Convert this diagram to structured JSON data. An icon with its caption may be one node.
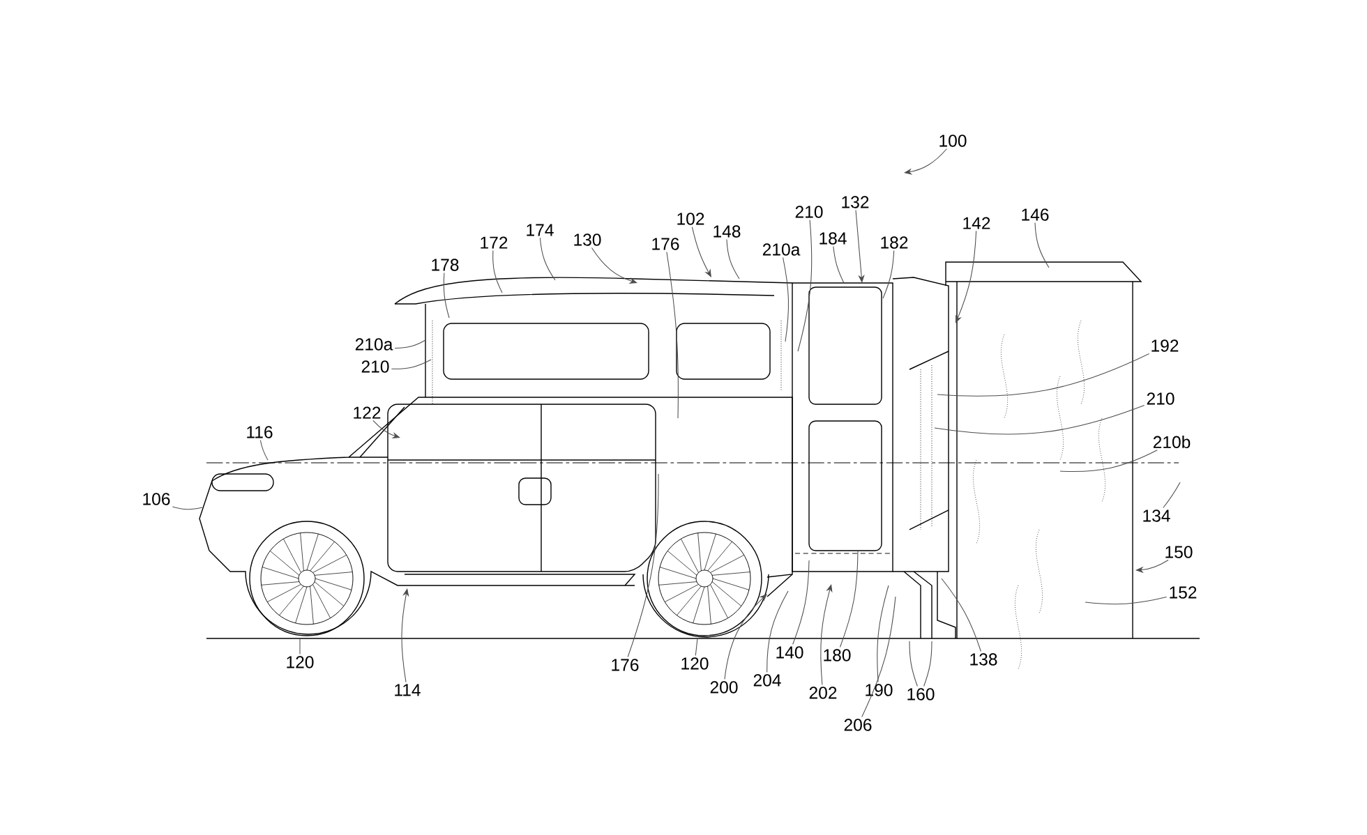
{
  "diagram": {
    "nodes": [
      {
        "text": [
          "100"
        ]
      },
      {
        "text": [
          "146"
        ]
      },
      {
        "text": [
          "132"
        ]
      },
      {
        "text": [
          "210"
        ]
      },
      {
        "text": [
          "102"
        ]
      },
      {
        "text": [
          "142"
        ]
      },
      {
        "text": [
          "174"
        ]
      },
      {
        "text": [
          "148"
        ]
      },
      {
        "text": [
          "184"
        ]
      },
      {
        "text": [
          "130"
        ]
      },
      {
        "text": [
          "172"
        ]
      },
      {
        "text": [
          "182"
        ]
      },
      {
        "text": [
          "176"
        ]
      },
      {
        "text": [
          "210a"
        ]
      },
      {
        "text": [
          "178"
        ]
      },
      {
        "text": [
          "210a"
        ]
      },
      {
        "text": [
          "192"
        ]
      },
      {
        "text": [
          "210"
        ]
      },
      {
        "text": [
          "210"
        ]
      },
      {
        "text": [
          "122"
        ]
      },
      {
        "text": [
          "116"
        ]
      },
      {
        "text": [
          "210b"
        ]
      },
      {
        "text": [
          "106"
        ]
      },
      {
        "text": [
          "134"
        ]
      },
      {
        "text": [
          "150"
        ]
      },
      {
        "text": [
          "152"
        ]
      },
      {
        "text": [
          "140"
        ]
      },
      {
        "text": [
          "180"
        ]
      },
      {
        "text": [
          "138"
        ]
      },
      {
        "text": [
          "120"
        ]
      },
      {
        "text": [
          "176"
        ]
      },
      {
        "text": [
          "120"
        ]
      },
      {
        "text": [
          "200"
        ]
      },
      {
        "text": [
          "204"
        ]
      },
      {
        "text": [
          "202"
        ]
      },
      {
        "text": [
          "190"
        ]
      },
      {
        "text": [
          "114"
        ]
      },
      {
        "text": [
          "160"
        ]
      },
      {
        "text": [
          "206"
        ]
      }
    ],
    "edges": [
      {
        "from": 0,
        "to": null,
        "arrow": "to"
      },
      {
        "from": 1,
        "to": null,
        "arrow": "none"
      },
      {
        "from": 2,
        "to": null,
        "arrow": "to"
      },
      {
        "from": 3,
        "to": null,
        "arrow": "none"
      },
      {
        "from": 4,
        "to": null,
        "arrow": "to"
      },
      {
        "from": 5,
        "to": null,
        "arrow": "to"
      },
      {
        "from": 6,
        "to": null,
        "arrow": "none"
      },
      {
        "from": 7,
        "to": null,
        "arrow": "none"
      },
      {
        "from": 8,
        "to": null,
        "arrow": "none"
      },
      {
        "from": 9,
        "to": null,
        "arrow": "to"
      },
      {
        "from": 10,
        "to": null,
        "arrow": "none"
      },
      {
        "from": 11,
        "to": null,
        "arrow": "none"
      },
      {
        "from": 12,
        "to": null,
        "arrow": "none"
      },
      {
        "from": 13,
        "to": null,
        "arrow": "none"
      },
      {
        "from": 14,
        "to": null,
        "arrow": "none"
      },
      {
        "from": 15,
        "to": null,
        "arrow": "none"
      },
      {
        "from": 16,
        "to": null,
        "arrow": "none"
      },
      {
        "from": 17,
        "to": null,
        "arrow": "none"
      },
      {
        "from": 18,
        "to": null,
        "arrow": "none"
      },
      {
        "from": 19,
        "to": null,
        "arrow": "to"
      },
      {
        "from": 20,
        "to": null,
        "arrow": "none"
      },
      {
        "from": 21,
        "to": null,
        "arrow": "none"
      },
      {
        "from": 22,
        "to": null,
        "arrow": "none"
      },
      {
        "from": 23,
        "to": null,
        "arrow": "none"
      },
      {
        "from": 24,
        "to": null,
        "arrow": "to"
      },
      {
        "from": 25,
        "to": null,
        "arrow": "none"
      },
      {
        "from": 26,
        "to": null,
        "arrow": "none"
      },
      {
        "from": 27,
        "to": null,
        "arrow": "none"
      },
      {
        "from": 28,
        "to": null,
        "arrow": "none"
      },
      {
        "from": 29,
        "to": null,
        "arrow": "none"
      },
      {
        "from": 30,
        "to": null,
        "arrow": "none"
      },
      {
        "from": 31,
        "to": null,
        "arrow": "none"
      },
      {
        "from": 32,
        "to": null,
        "arrow": "to"
      },
      {
        "from": 33,
        "to": null,
        "arrow": "none"
      },
      {
        "from": 34,
        "to": null,
        "arrow": "to"
      },
      {
        "from": 35,
        "to": null,
        "arrow": "none"
      },
      {
        "from": 36,
        "to": null,
        "arrow": "to"
      },
      {
        "from": 37,
        "to": null,
        "arrow": "none"
      },
      {
        "from": 37,
        "to": null,
        "arrow": "none"
      },
      {
        "from": 38,
        "to": null,
        "arrow": "none"
      }
    ]
  }
}
